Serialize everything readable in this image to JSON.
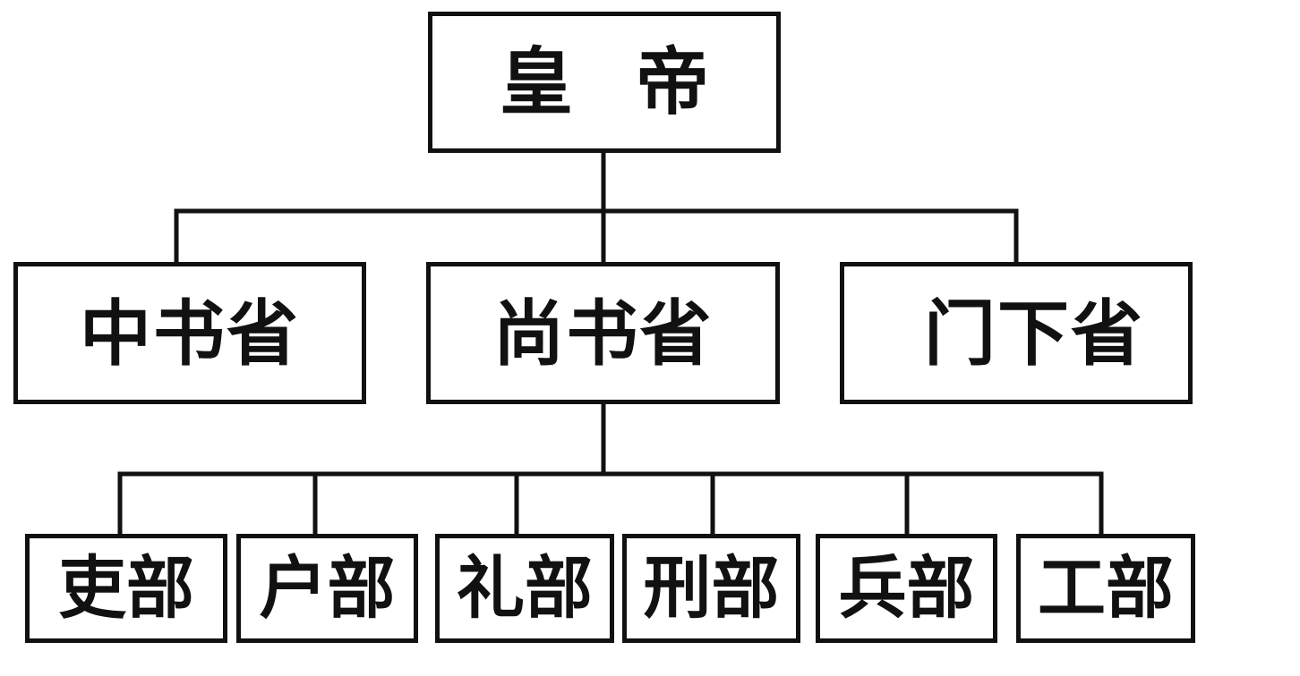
{
  "diagram": {
    "root": {
      "label": "皇帝"
    },
    "departments": [
      {
        "label": "中书省"
      },
      {
        "label": "尚书省"
      },
      {
        "label": "门下省"
      }
    ],
    "ministries": [
      {
        "label": "吏部"
      },
      {
        "label": "户部"
      },
      {
        "label": "礼部"
      },
      {
        "label": "刑部"
      },
      {
        "label": "兵部"
      },
      {
        "label": "工部"
      }
    ],
    "colors": {
      "line": "#111111",
      "box_border": "#111111",
      "background": "#ffffff"
    }
  }
}
